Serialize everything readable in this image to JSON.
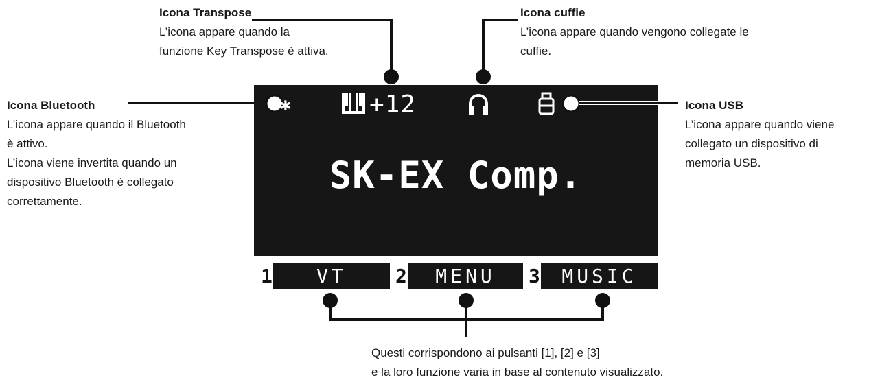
{
  "lcd": {
    "transpose_value": "+12",
    "voice_name": "SK-EX Comp.",
    "bluetooth_glyph": "✱",
    "softkeys": [
      {
        "number": "1",
        "label": "VT"
      },
      {
        "number": "2",
        "label": "MENU"
      },
      {
        "number": "3",
        "label": "MUSIC"
      }
    ]
  },
  "callouts": {
    "transpose": {
      "title": "Icona Transpose",
      "lines": [
        "L’icona appare quando la",
        "funzione Key Transpose è attiva."
      ]
    },
    "headphone": {
      "title": "Icona cuffie",
      "lines": [
        "L’icona appare quando vengono collegate le",
        "cuffie."
      ]
    },
    "bluetooth": {
      "title": "Icona Bluetooth",
      "lines": [
        "L’icona appare quando il Bluetooth",
        "è attivo.",
        "L’icona viene invertita quando un",
        "dispositivo Bluetooth è collegato",
        "correttamente."
      ]
    },
    "usb": {
      "title": "Icona USB",
      "lines": [
        "L’icona appare quando viene",
        "collegato un dispositivo di",
        "memoria USB."
      ]
    },
    "buttons": {
      "lines": [
        "Questi corrispondono ai pulsanti [1], [2] e [3]",
        "e la loro funzione varia in base al contenuto visualizzato."
      ]
    }
  },
  "colors": {
    "display_bg": "#161616",
    "display_fg": "#ffffff",
    "text": "#1a1a1a"
  },
  "icons": [
    "bluetooth-icon",
    "piano-keys-icon",
    "headphone-icon",
    "usb-icon"
  ]
}
